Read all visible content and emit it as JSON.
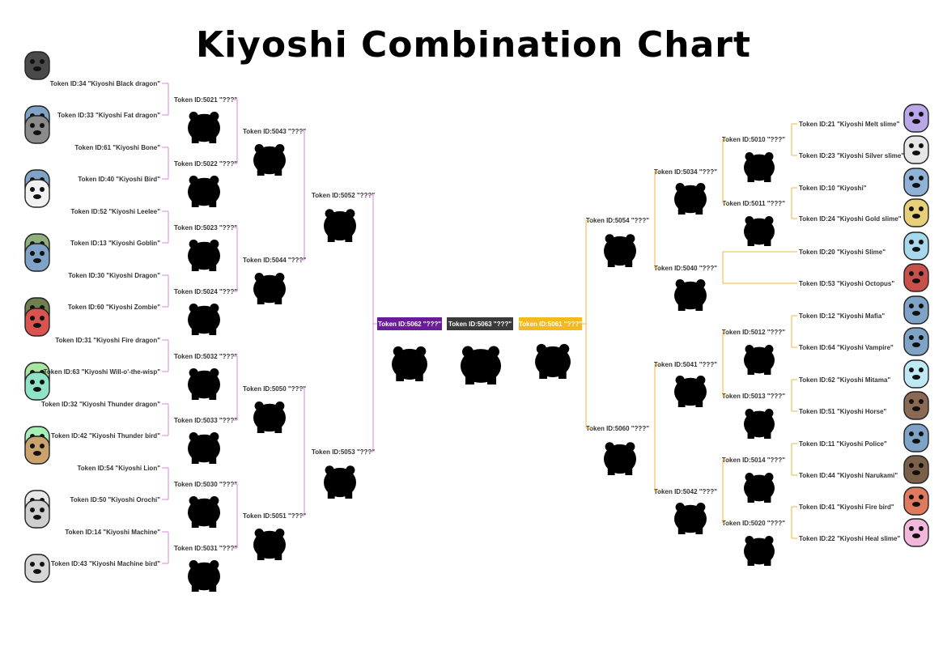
{
  "title": "Kiyoshi Combination Chart",
  "colors": {
    "left_lines": "#d58ad8",
    "right_lines": "#f3b53c",
    "final_left": "#6a1b9a",
    "final_center": "#3a3a3a",
    "final_right": "#f5b81e"
  },
  "left": {
    "leaves": [
      "Token ID:34 \"Kiyoshi Black dragon\"",
      "Token ID:33 \"Kiyoshi Fat dragon\"",
      "Token ID:61 \"Kiyoshi Bone\"",
      "Token ID:40 \"Kiyoshi Bird\"",
      "Token ID:52 \"Kiyoshi Leelee\"",
      "Token ID:13 \"Kiyoshi Goblin\"",
      "Token ID:30 \"Kiyoshi Dragon\"",
      "Token ID:60 \"Kiyoshi Zombie\"",
      "Token ID:31 \"Kiyoshi Fire dragon\"",
      "Token ID:63 \"Kiyoshi Will-o'-the-wisp\"",
      "Token ID:32 \"Kiyoshi Thunder dragon\"",
      "Token ID:42 \"Kiyoshi Thunder bird\"",
      "Token ID:54 \"Kiyoshi Lion\"",
      "Token ID:50 \"Kiyoshi Orochi\"",
      "Token ID:14 \"Kiyoshi Machine\"",
      "Token ID:43 \"Kiyoshi Machine bird\""
    ],
    "round2": [
      "Token ID:5021 \"???\"",
      "Token ID:5022 \"???\"",
      "Token ID:5023 \"???\"",
      "Token ID:5024 \"???\"",
      "Token ID:5032 \"???\"",
      "Token ID:5033 \"???\"",
      "Token ID:5030 \"???\"",
      "Token ID:5031 \"???\""
    ],
    "round3": [
      "Token ID:5043 \"???\"",
      "Token ID:5044 \"???\"",
      "Token ID:5050 \"???\"",
      "Token ID:5051  \"???\""
    ],
    "round4": [
      "Token ID:5052 \"???\"",
      "Token ID:5053 \"???\""
    ]
  },
  "right": {
    "leaves": [
      "Token ID:21 \"Kiyoshi Melt slime\"",
      "Token ID:23 \"Kiyoshi Silver slime\"",
      "Token ID:10 \"Kiyoshi\"",
      "Token ID:24 \"Kiyoshi Gold slime\"",
      "Token ID:20 \"Kiyoshi Slime\"",
      "Token ID:53 \"Kiyoshi Octopus\"",
      "Token ID:12 \"Kiyoshi Mafia\"",
      "Token ID:64 \"Kiyoshi Vampire\"",
      "Token ID:62 \"Kiyoshi Mitama\"",
      "Token ID:51 \"Kiyoshi Horse\"",
      "Token ID:11 \"Kiyoshi Police\"",
      "Token ID:44 \"Kiyoshi Narukami\"",
      "Token ID:41  \"Kiyoshi Fire bird\"",
      "Token ID:22  \"Kiyoshi Heal slime\""
    ],
    "round2": [
      "Token ID:5010 \"???\"",
      "Token ID:5011 \"???\"",
      "Token ID:5012 \"???\"",
      "Token ID:5013 \"???\"",
      "Token ID:5014 \"???\"",
      "Token ID:5020 \"???\""
    ],
    "round3": [
      "Token ID:5034 \"???\"",
      "Token ID:5040 \"???\"",
      "Token ID:5041 \"???\"",
      "Token ID:5042 \"???\""
    ],
    "round4": [
      "Token ID:5054 \"???\"",
      "Token ID:5060 \"???\""
    ]
  },
  "finals": {
    "left": "Token ID:5062 \"???\"",
    "center": "Token ID:5063 \"???\"",
    "right": "Token ID:5061 \"???\""
  }
}
